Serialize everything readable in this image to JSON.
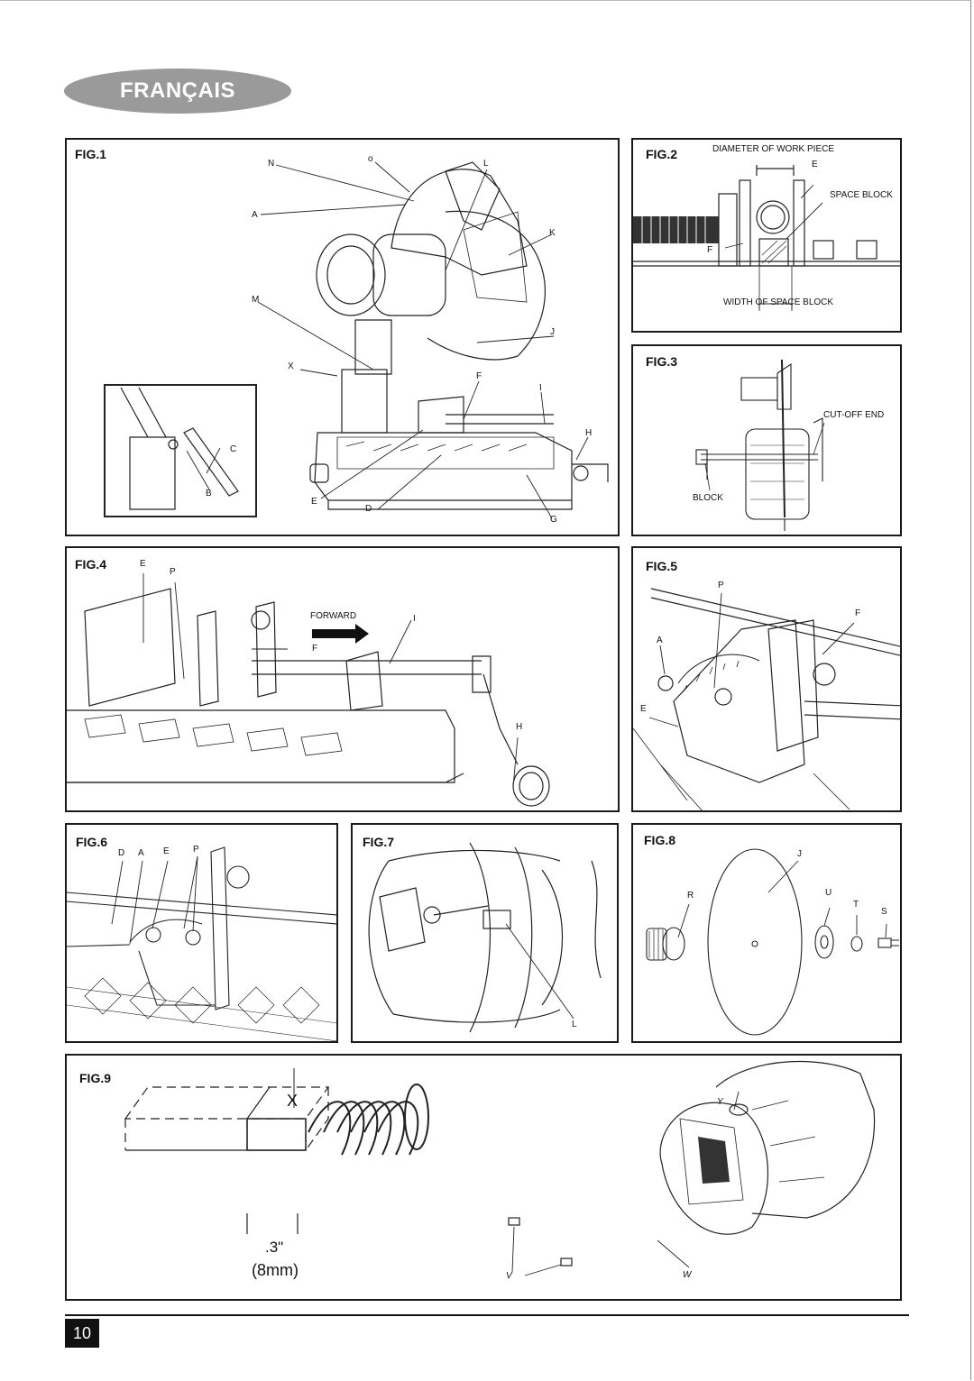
{
  "language_tab": "FRANÇAIS",
  "page_number": "10",
  "fig1": {
    "title": "FIG.1",
    "labels": {
      "N": "N",
      "o": "o",
      "L": "L",
      "A": "A",
      "K": "K",
      "M": "M",
      "J": "J",
      "X": "X",
      "F": "F",
      "I": "I",
      "H": "H",
      "C": "C",
      "B": "B",
      "E": "E",
      "D": "D",
      "G": "G"
    }
  },
  "fig2": {
    "title": "FIG.2",
    "diameter": "DIAMETER OF WORK PIECE",
    "e": "E",
    "space_block": "SPACE BLOCK",
    "f": "F",
    "width": "WIDTH OF SPACE BLOCK"
  },
  "fig3": {
    "title": "FIG.3",
    "cutoff": "CUT-OFF END",
    "block": "BLOCK"
  },
  "fig4": {
    "title": "FIG.4",
    "e": "E",
    "p": "P",
    "forward": "FORWARD",
    "i": "I",
    "f": "F",
    "h": "H"
  },
  "fig5": {
    "title": "FIG.5",
    "p": "P",
    "f": "F",
    "a": "A",
    "e": "E"
  },
  "fig6": {
    "title": "FIG.6",
    "d": "D",
    "a": "A",
    "e": "E",
    "p": "P"
  },
  "fig7": {
    "title": "FIG.7",
    "l": "L"
  },
  "fig8": {
    "title": "FIG.8",
    "j": "J",
    "r": "R",
    "u": "U",
    "t": "T",
    "s": "S"
  },
  "fig9": {
    "title": "FIG.9",
    "x": "X",
    "dim_in": ".3\"",
    "dim_mm": "(8mm)",
    "y": "Y",
    "v": "V",
    "w": "W"
  }
}
